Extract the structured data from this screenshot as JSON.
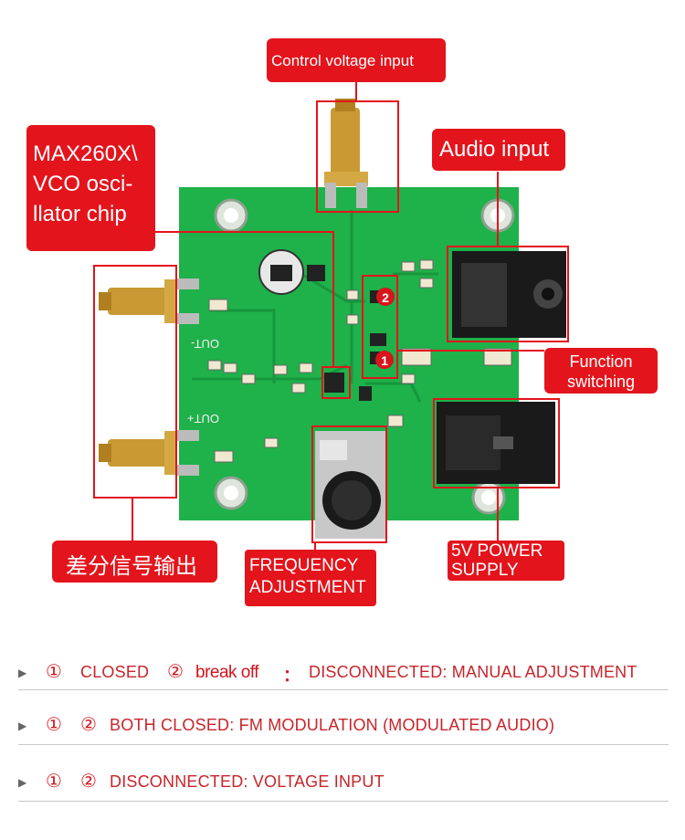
{
  "callouts": {
    "control_voltage": "Control voltage input",
    "chip_line1": "MAX260X\\",
    "chip_line2": "VCO osci-",
    "chip_line3": "llator chip",
    "audio_input": "Audio input",
    "function_line1": "Function",
    "function_line2": "switching",
    "diff_output": "差分信号输出",
    "freq_line1": "FREQUENCY",
    "freq_line2": "ADJUSTMENT",
    "power_line1": "5V POWER",
    "power_line2": "SUPPLY"
  },
  "board_labels": {
    "out_minus": "OUT-",
    "out_plus": "OUT+",
    "jumper_2": "2",
    "jumper_1": "1"
  },
  "notes": [
    {
      "n1": "①",
      "t1": "CLOSED",
      "n2": "②",
      "t2": "break off",
      "sep": "：",
      "t3": "DISCONNECTED: MANUAL ADJUSTMENT"
    },
    {
      "n1": "①",
      "n2": "②",
      "t1": "BOTH CLOSED: FM MODULATION (MODULATED AUDIO)"
    },
    {
      "n1": "①",
      "n2": "②",
      "t1": "DISCONNECTED: VOLTAGE INPUT"
    }
  ],
  "colors": {
    "callout_red": "#e3141c",
    "pcb_green": "#1fb14a",
    "note_red": "#c8242a"
  }
}
